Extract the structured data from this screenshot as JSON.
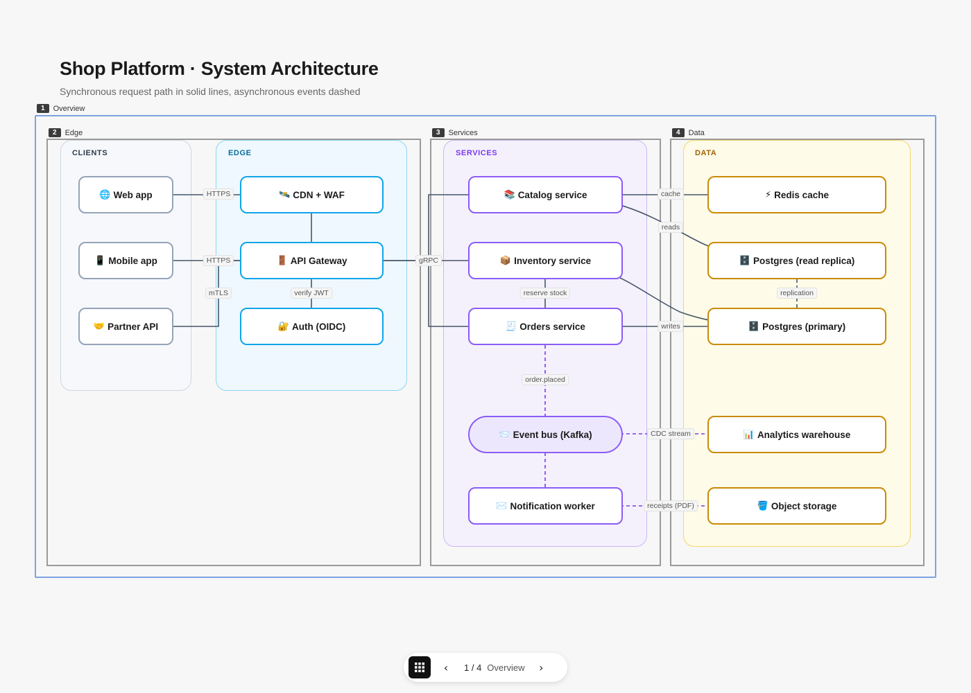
{
  "header": {
    "title": "Shop Platform · System Architecture",
    "subtitle": "Synchronous request path in solid lines, asynchronous events dashed"
  },
  "frames": {
    "overview": {
      "num": "1",
      "label": "Overview"
    },
    "edge": {
      "num": "2",
      "label": "Edge"
    },
    "services": {
      "num": "3",
      "label": "Services"
    },
    "data": {
      "num": "4",
      "label": "Data"
    }
  },
  "groups": {
    "clients": "CLIENTS",
    "edge": "EDGE",
    "services": "SERVICES",
    "data": "DATA"
  },
  "nodes": {
    "web_app": {
      "icon": "🌐",
      "label": "Web app"
    },
    "mobile_app": {
      "icon": "📱",
      "label": "Mobile app"
    },
    "partner_api": {
      "icon": "🤝",
      "label": "Partner API"
    },
    "cdn_waf": {
      "icon": "🛰️",
      "label": "CDN + WAF"
    },
    "api_gateway": {
      "icon": "🚪",
      "label": "API Gateway"
    },
    "auth": {
      "icon": "🔐",
      "label": "Auth (OIDC)"
    },
    "catalog": {
      "icon": "📚",
      "label": "Catalog service"
    },
    "inventory": {
      "icon": "📦",
      "label": "Inventory service"
    },
    "orders": {
      "icon": "🧾",
      "label": "Orders service"
    },
    "event_bus": {
      "icon": "📨",
      "label": "Event bus (Kafka)"
    },
    "notification": {
      "icon": "✉️",
      "label": "Notification worker"
    },
    "redis": {
      "icon": "⚡",
      "label": "Redis cache"
    },
    "pg_replica": {
      "icon": "🗄️",
      "label": "Postgres (read replica)"
    },
    "pg_primary": {
      "icon": "🗄️",
      "label": "Postgres (primary)"
    },
    "warehouse": {
      "icon": "📊",
      "label": "Analytics warehouse"
    },
    "object_storage": {
      "icon": "🪣",
      "label": "Object storage"
    }
  },
  "edge_labels": {
    "https_web": "HTTPS",
    "https_mobile": "HTTPS",
    "mtls": "mTLS",
    "verify_jwt": "verify JWT",
    "grpc": "gRPC",
    "reserve_stock": "reserve stock",
    "order_placed": "order.placed",
    "cache": "cache",
    "reads": "reads",
    "writes": "writes",
    "replication": "replication",
    "cdc_stream": "CDC stream",
    "receipts": "receipts (PDF)"
  },
  "pager": {
    "current": "1 / 4",
    "page_name": "Overview",
    "prev": "‹",
    "next": "›"
  },
  "colors": {
    "clients": "#94a3b8",
    "edge": "#0ea5e9",
    "services": "#8b5cf6",
    "data": "#ca8a04",
    "sync_line": "#475569",
    "async_line": "#7c3aed",
    "frame_overview": "#6b93d6"
  }
}
